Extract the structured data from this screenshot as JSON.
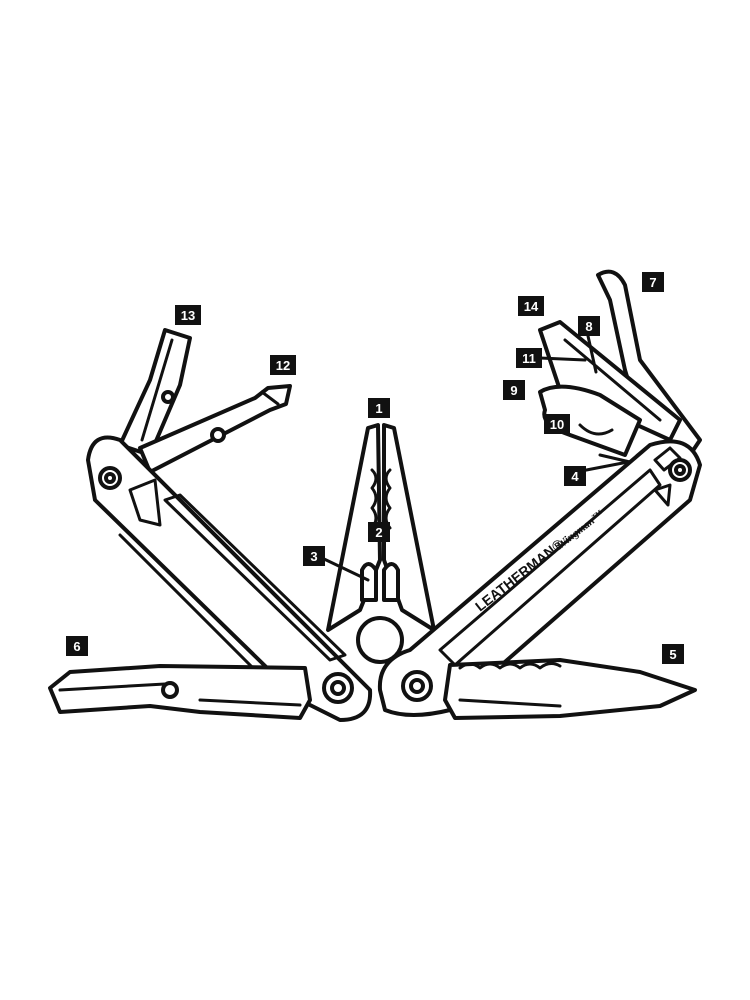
{
  "product": {
    "brand": "LEATHERMAN®",
    "model": "Wingman™"
  },
  "callouts": [
    {
      "id": "1",
      "label": "1"
    },
    {
      "id": "2",
      "label": "2"
    },
    {
      "id": "3",
      "label": "3"
    },
    {
      "id": "4",
      "label": "4"
    },
    {
      "id": "5",
      "label": "5"
    },
    {
      "id": "6",
      "label": "6"
    },
    {
      "id": "7",
      "label": "7"
    },
    {
      "id": "8",
      "label": "8"
    },
    {
      "id": "9",
      "label": "9"
    },
    {
      "id": "10",
      "label": "10"
    },
    {
      "id": "11",
      "label": "11"
    },
    {
      "id": "12",
      "label": "12"
    },
    {
      "id": "13",
      "label": "13"
    },
    {
      "id": "14",
      "label": "14"
    }
  ]
}
